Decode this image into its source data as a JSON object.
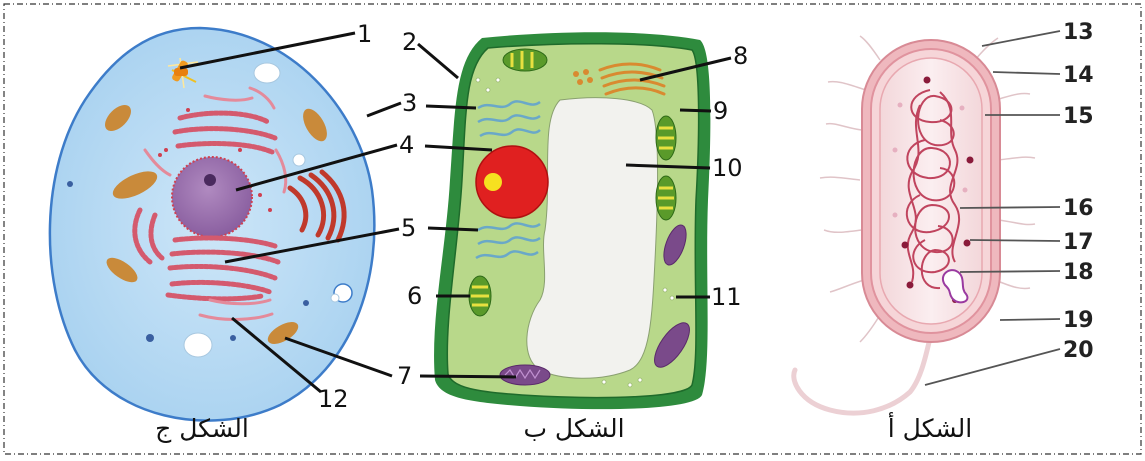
{
  "figures": {
    "animal_cell_caption": "الشكل ج",
    "plant_cell_caption": "الشكل ب",
    "bacterium_caption": "الشكل أ"
  },
  "labels": [
    "1",
    "2",
    "3",
    "4",
    "5",
    "6",
    "7",
    "8",
    "9",
    "10",
    "11",
    "12",
    "13",
    "14",
    "15",
    "16",
    "17",
    "18",
    "19",
    "20"
  ],
  "colors": {
    "animal_cytoplasm": "#b9dcf5",
    "plant_wall": "#2e8b3d",
    "plant_cytoplasm": "#b8d88a",
    "nucleus_red": "#e02020",
    "bacterium_wall": "#e8a0a8"
  }
}
